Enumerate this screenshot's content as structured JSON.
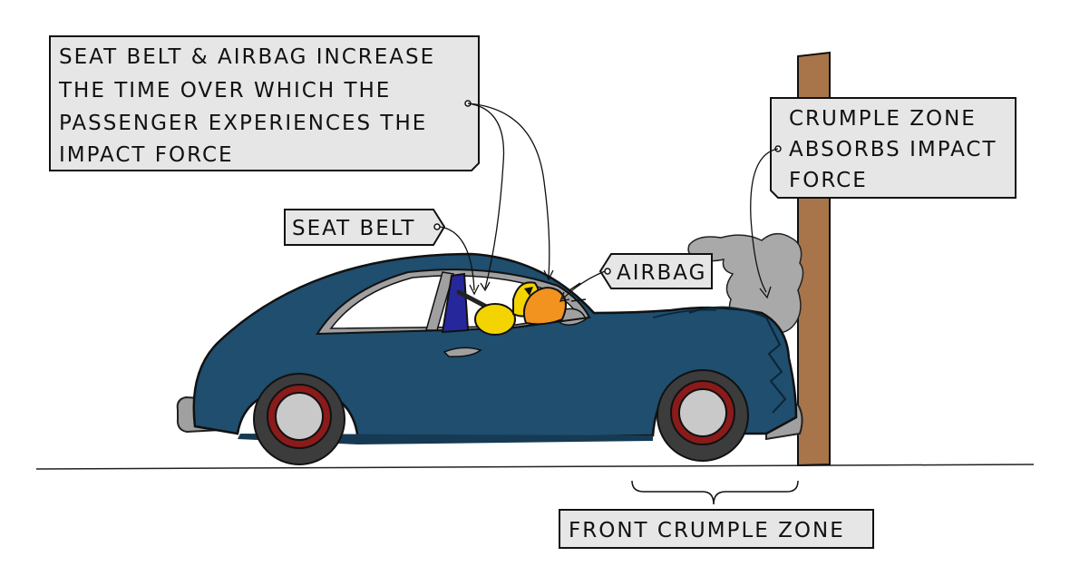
{
  "labels": {
    "seatbelt_airbag_box": {
      "lines": [
        "SEAT BELT & AIRBAG INCREASE",
        "THE TIME OVER WHICH THE",
        "PASSENGER EXPERIENCES THE",
        "IMPACT FORCE"
      ]
    },
    "crumple_absorbs_box": {
      "lines": [
        "CRUMPLE ZONE",
        "ABSORBS IMPACT",
        "FORCE"
      ]
    },
    "seat_belt_tag": "SEAT BELT",
    "airbag_tag": "AIRBAG",
    "front_crumple_zone_tag": "FRONT CRUMPLE ZONE"
  },
  "colors": {
    "car_body": "#1f4e6e",
    "car_body_dark": "#163a54",
    "tyre": "#3c3c3c",
    "rim": "#8b1a1a",
    "hub": "#c9c9c9",
    "post": "#a8744a",
    "airbag": "#f2921f",
    "dummy": "#f4d400",
    "seat": "#27279c",
    "smoke": "#a9a9a9",
    "label_fill": "#e6e6e6"
  }
}
